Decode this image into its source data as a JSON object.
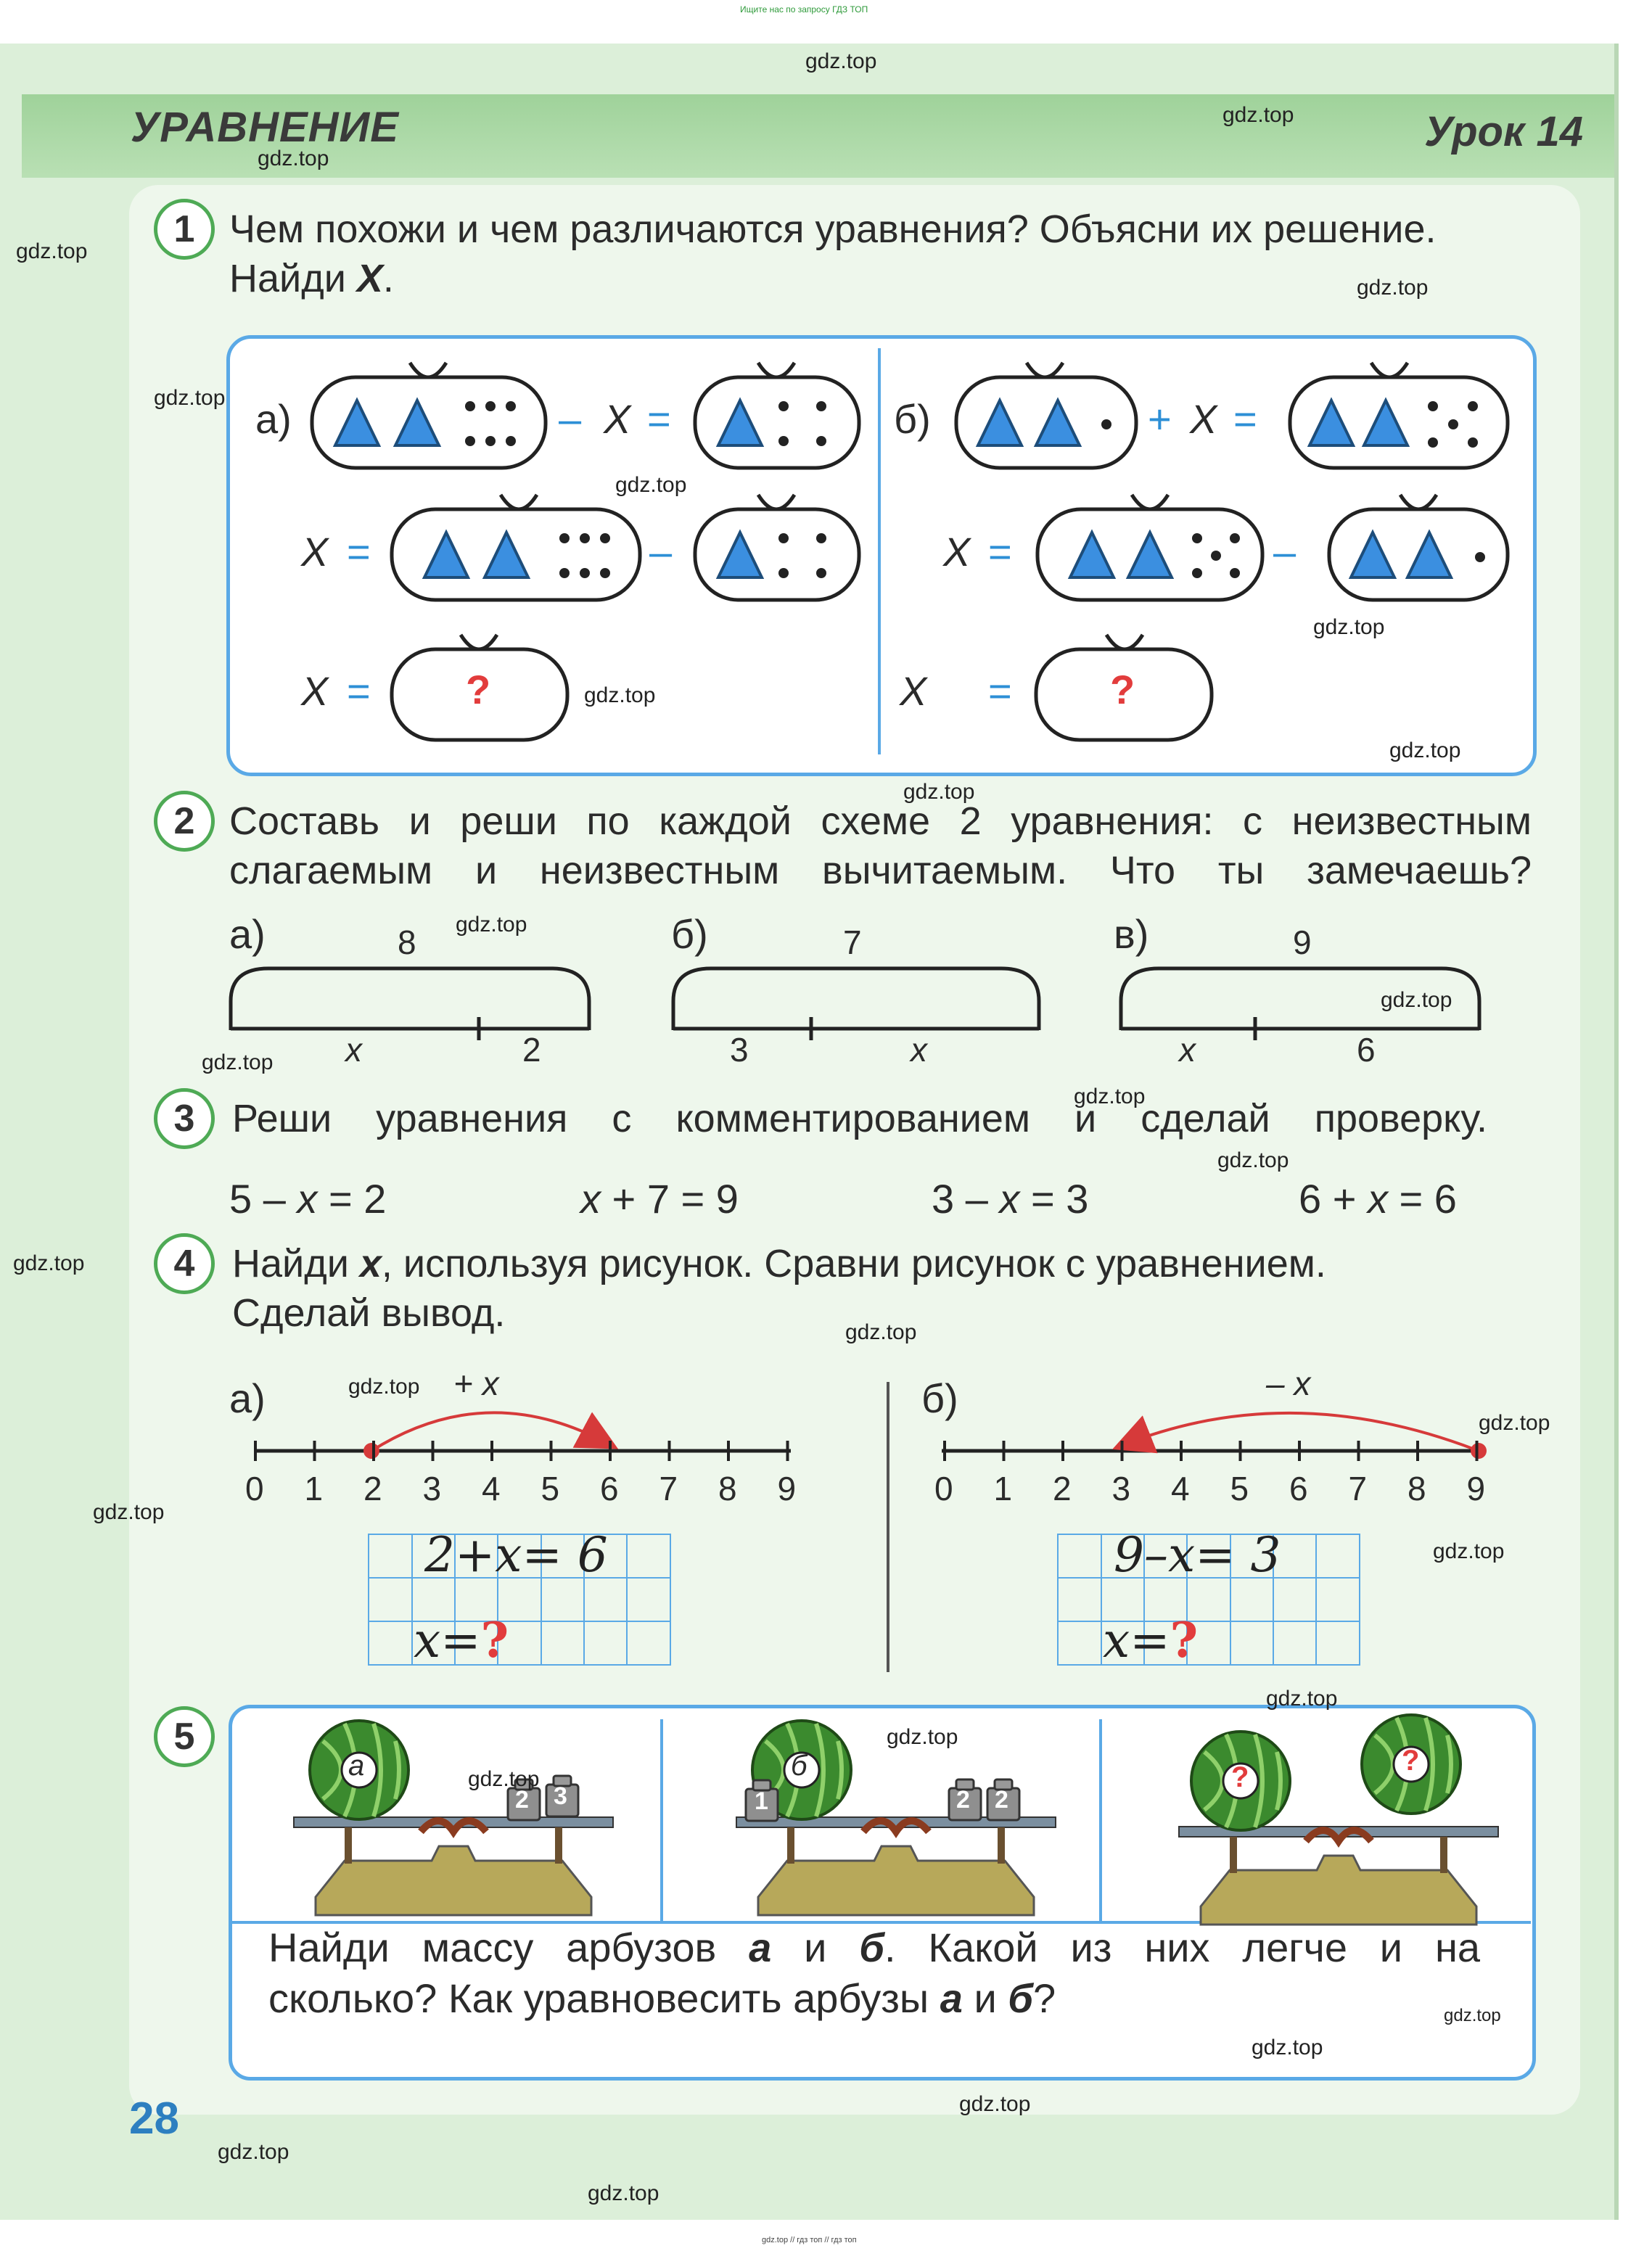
{
  "watermarks": {
    "top_small": "Ищите нас по запросу ГДЗ ТОП",
    "bottom_small": "gdz.top // гдз топ // гдз топ",
    "site": "gdz.top"
  },
  "header": {
    "title": "УРАВНЕНИЕ",
    "lesson": "Урок 14"
  },
  "page_number": "28",
  "task1": {
    "number": "1",
    "text_line1": "Чем похожи и чем различаются уравнения? Объясни их решение.",
    "text_line2_pre": "Найди ",
    "text_line2_var": "Х",
    "text_line2_post": ".",
    "part_a": "а)",
    "part_b": "б)",
    "minus": "–",
    "plus": "+",
    "x": "Х",
    "equals": "=",
    "question": "?"
  },
  "task2": {
    "number": "2",
    "text_line1": "Составь и реши по каждой схеме 2 уравнения: с неизвестным",
    "text_line2": "слагаемым и неизвестным вычитаемым. Что ты замечаешь?",
    "schemes": [
      {
        "label": "а)",
        "total": "8",
        "left": "x",
        "right": "2"
      },
      {
        "label": "б)",
        "total": "7",
        "left": "3",
        "right": "x"
      },
      {
        "label": "в)",
        "total": "9",
        "left": "x",
        "right": "6"
      }
    ]
  },
  "task3": {
    "number": "3",
    "text": "Реши уравнения с комментированием и сделай проверку.",
    "equations": [
      {
        "a": "5 – ",
        "v": "x",
        "b": " = 2"
      },
      {
        "a": "",
        "v": "x",
        "b": " + 7 = 9"
      },
      {
        "a": "3 – ",
        "v": "x",
        "b": " = 3"
      },
      {
        "a": "6 + ",
        "v": "x",
        "b": " = 6"
      }
    ]
  },
  "task4": {
    "number": "4",
    "text_line1_pre": "Найди ",
    "text_line1_var": "x",
    "text_line1_post": ", используя рисунок. Сравни рисунок с уравнением.",
    "text_line2": "Сделай вывод.",
    "part_a": {
      "label": "а)",
      "arc": "+ x",
      "ticks": [
        "0",
        "1",
        "2",
        "3",
        "4",
        "5",
        "6",
        "7",
        "8",
        "9"
      ],
      "eq1": "2+x= 6",
      "eq2a": "x=",
      "q": "?"
    },
    "part_b": {
      "label": "б)",
      "arc": "– x",
      "ticks": [
        "0",
        "1",
        "2",
        "3",
        "4",
        "5",
        "6",
        "7",
        "8",
        "9"
      ],
      "eq1": "9–x= 3",
      "eq2a": "x=",
      "q": "?"
    }
  },
  "task5": {
    "number": "5",
    "scales": [
      {
        "melon": "а",
        "weights": [
          "2",
          "3"
        ],
        "left_weight": ""
      },
      {
        "melon": "б",
        "weights": [
          "2",
          "2"
        ],
        "left_weight": "1"
      },
      {
        "melon": "?",
        "right_melon": "?"
      }
    ],
    "text_line1_pre": "Найди массу арбузов ",
    "text_line1_a": "а",
    "text_line1_mid": " и ",
    "text_line1_b": "б",
    "text_line1_post": ". Какой из них легче и на",
    "text_line2_pre": "сколько? Как уравновесить арбузы ",
    "text_line2_a": "а",
    "text_line2_mid": " и ",
    "text_line2_b": "б",
    "text_line2_post": "?"
  },
  "colors": {
    "accent_blue": "#2d8fd6",
    "triangle": "#3b8fe0",
    "green": "#4eaa55",
    "red": "#e23c3c",
    "header_green": "#9fd29a"
  }
}
